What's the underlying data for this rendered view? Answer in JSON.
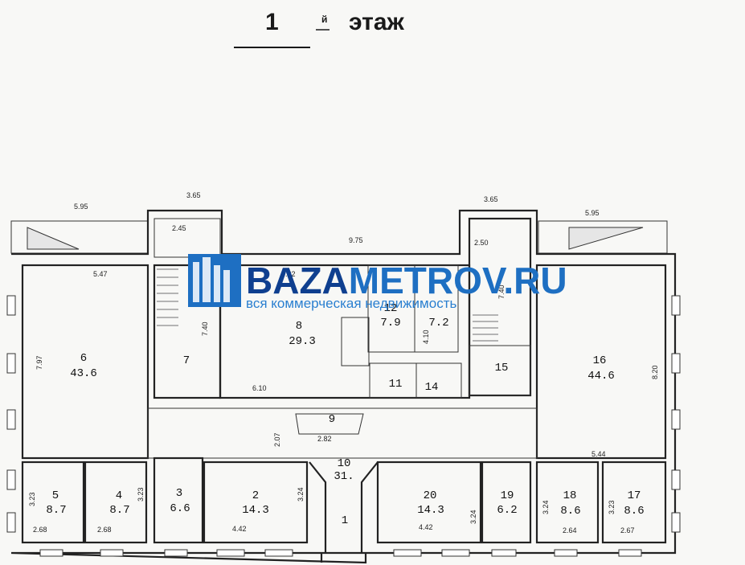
{
  "title": {
    "number": "1",
    "superscript": "й",
    "word": "этаж"
  },
  "watermark": {
    "brand_dark": "BAZA",
    "brand_light": "METROV.RU",
    "tagline": "вся коммерческая недвижимость",
    "color": "#1e6fc2"
  },
  "rooms": [
    {
      "id": "r6",
      "number": "6",
      "area": "43.6"
    },
    {
      "id": "r7",
      "number": "7",
      "area": ""
    },
    {
      "id": "r8",
      "number": "8",
      "area": "29.3"
    },
    {
      "id": "r12",
      "number": "12",
      "area": "7.9"
    },
    {
      "id": "r13",
      "number": "",
      "area": "7.2"
    },
    {
      "id": "r11",
      "number": "11",
      "area": ""
    },
    {
      "id": "r14",
      "number": "14",
      "area": ""
    },
    {
      "id": "r15",
      "number": "15",
      "area": ""
    },
    {
      "id": "r16",
      "number": "16",
      "area": "44.6"
    },
    {
      "id": "r9",
      "number": "9",
      "area": ""
    },
    {
      "id": "r10",
      "number": "10",
      "area": "31."
    },
    {
      "id": "r5",
      "number": "5",
      "area": "8.7"
    },
    {
      "id": "r4",
      "number": "4",
      "area": "8.7"
    },
    {
      "id": "r3",
      "number": "3",
      "area": "6.6"
    },
    {
      "id": "r2",
      "number": "2",
      "area": "14.3"
    },
    {
      "id": "r1",
      "number": "1",
      "area": ""
    },
    {
      "id": "r20",
      "number": "20",
      "area": "14.3"
    },
    {
      "id": "r19",
      "number": "19",
      "area": "6.2"
    },
    {
      "id": "r18",
      "number": "18",
      "area": "8.6"
    },
    {
      "id": "r17",
      "number": "17",
      "area": "8.6"
    }
  ],
  "dimensions": [
    "5.95",
    "3.65",
    "2.45",
    "9.75",
    "3.65",
    "2.50",
    "5.95",
    "5.47",
    "5.82",
    "7.40",
    "7.40",
    "7.97",
    "8.20",
    "4.10",
    "6.10",
    "2.07",
    "2.82",
    "5.44",
    "3.23",
    "3.23",
    "3.24",
    "3.24",
    "3.24",
    "3.23",
    "2.68",
    "2.68",
    "4.42",
    "4.42",
    "2.64",
    "2.67"
  ]
}
